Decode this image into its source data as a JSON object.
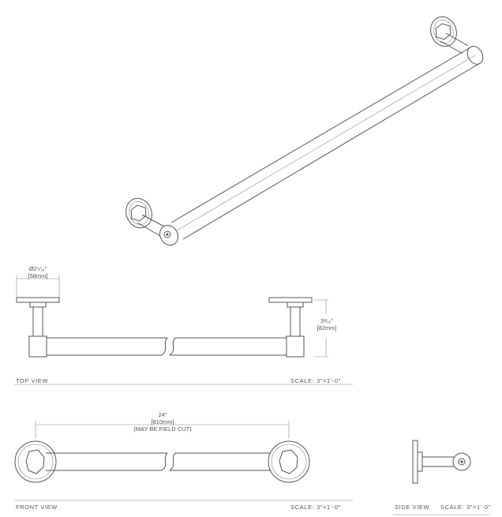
{
  "views": {
    "top": {
      "label": "TOP VIEW",
      "scale": "SCALE: 3\"=1'-0\""
    },
    "front": {
      "label": "FRONT VIEW",
      "scale": "SCALE: 3\"=1'-0\""
    },
    "side": {
      "label": "SIDE VIEW",
      "scale": "SCALE: 3\"=1'-0\""
    }
  },
  "dimensions": {
    "flange_diameter": "Ø2⁵⁄₁₆\"",
    "flange_diameter_mm": "[58mm]",
    "projection": "3³⁄₁₆\"",
    "projection_mm": "[82mm]",
    "length": "24\"",
    "length_mm": "[610mm]",
    "length_note": "(MAY BE FIELD CUT)"
  }
}
